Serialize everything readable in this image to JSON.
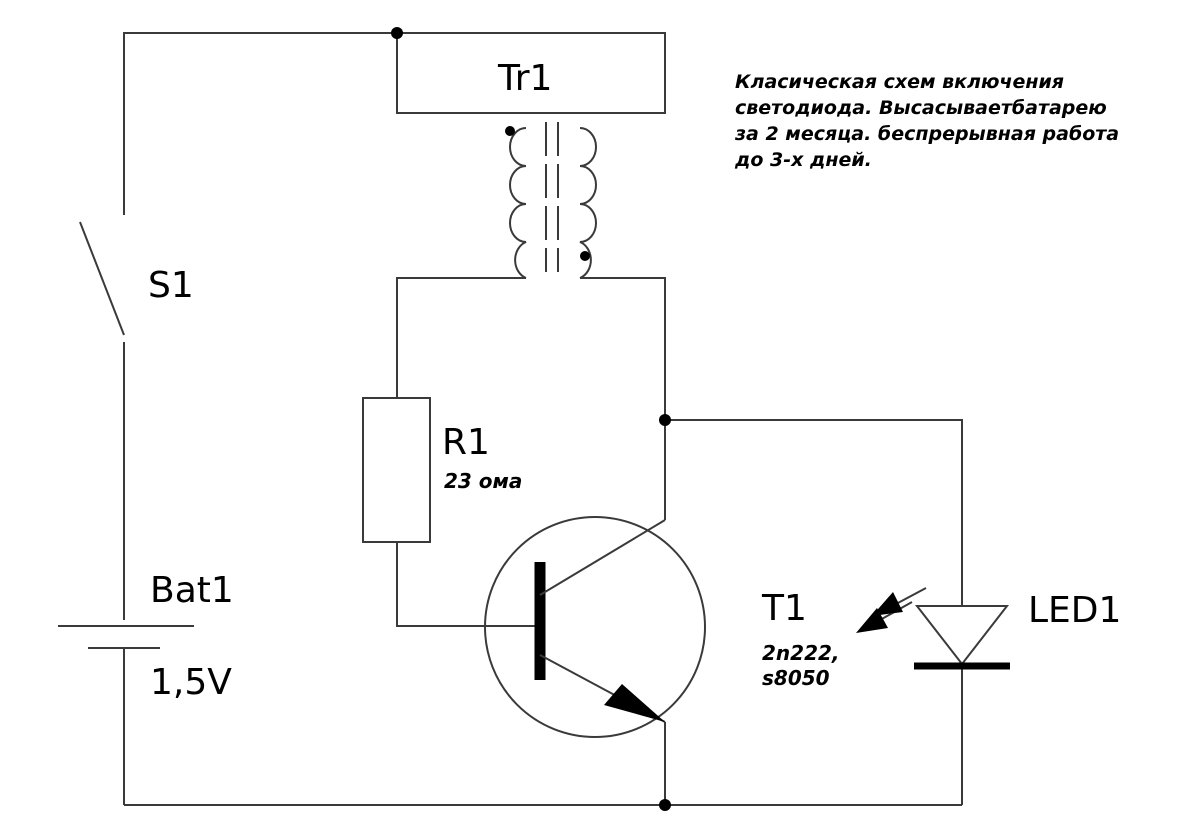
{
  "labels": {
    "transformer": "Tr1",
    "switch": "S1",
    "resistor": "R1",
    "resistor_value": "23 ома",
    "battery": "Bat1",
    "battery_value": "1,5V",
    "transistor": "T1",
    "transistor_types_1": "2n222,",
    "transistor_types_2": "s8050",
    "led": "LED1"
  },
  "note": {
    "line1": "Класическая схем включения",
    "line2": "светодиода. Высасываетбатарею",
    "line3": "за 2 месяца. беспрерывная работа",
    "line4": "до 3-х дней."
  },
  "colors": {
    "wire": "#3a3a3a",
    "ink": "#000000",
    "background": "#ffffff"
  }
}
